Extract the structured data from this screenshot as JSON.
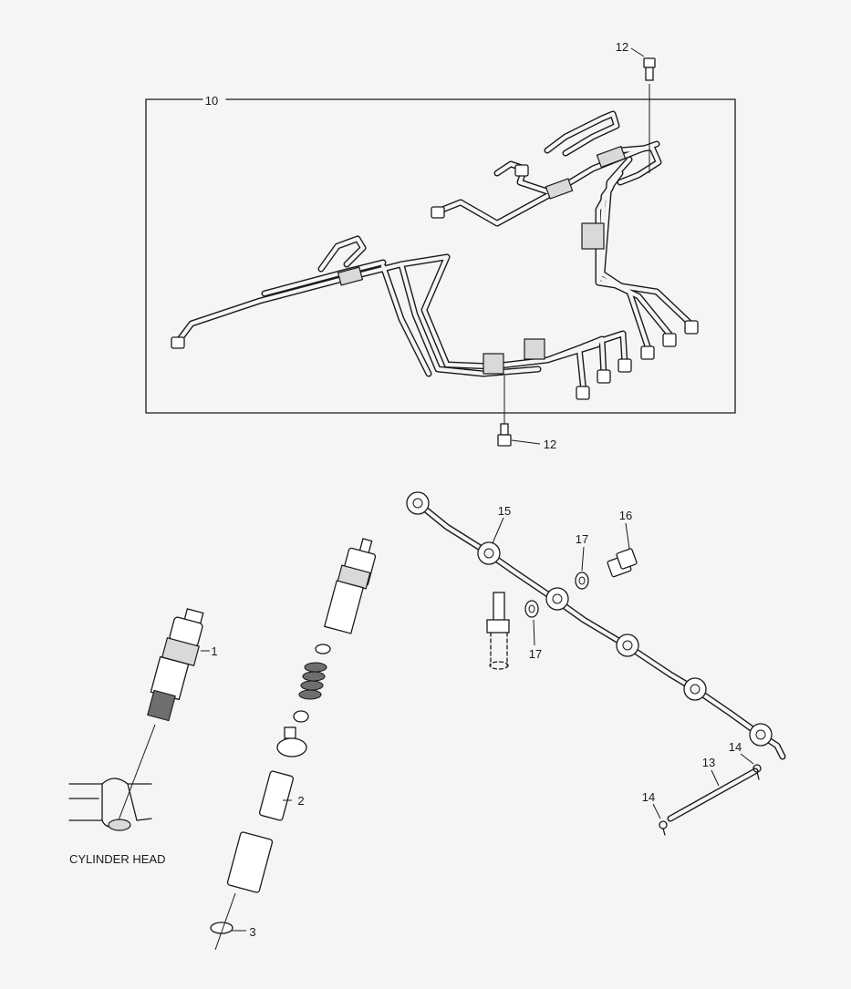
{
  "callouts": {
    "c10": "10",
    "c12_top": "12",
    "c12_bottom": "12",
    "c1": "1",
    "c2": "2",
    "c3": "3",
    "c13": "13",
    "c14_upper": "14",
    "c14_lower": "14",
    "c15": "15",
    "c16": "16",
    "c17_upper": "17",
    "c17_lower": "17"
  },
  "labels": {
    "cylinder_head": "CYLINDER HEAD"
  }
}
